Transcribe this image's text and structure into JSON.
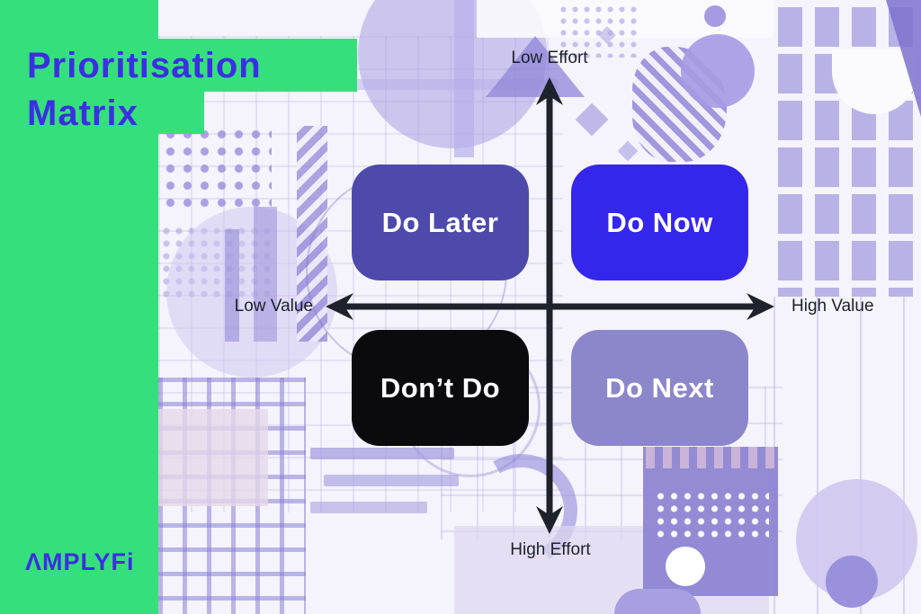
{
  "title": {
    "line1": "Prioritisation",
    "line2": "Matrix"
  },
  "brand": {
    "name": "AMPLYFi",
    "display": "ΛMPLYFi"
  },
  "axes": {
    "top": "Low Effort",
    "bottom": "High Effort",
    "left": "Low Value",
    "right": "High Value"
  },
  "quadrants": [
    {
      "label": "Do Later",
      "position": "top-left",
      "bg": "#4d4aab",
      "fg": "#ffffff"
    },
    {
      "label": "Do Now",
      "position": "top-right",
      "bg": "#3526ec",
      "fg": "#ffffff"
    },
    {
      "label": "Don’t Do",
      "position": "bottom-left",
      "bg": "#0b0a0d",
      "fg": "#ffffff"
    },
    {
      "label": "Do Next",
      "position": "bottom-right",
      "bg": "#8c86cb",
      "fg": "#ffffff"
    }
  ],
  "colors": {
    "sidebar_green": "#35e07c",
    "title_blue": "#3b2fe4",
    "axis": "#1d222b",
    "background": "#f5f3fb"
  }
}
